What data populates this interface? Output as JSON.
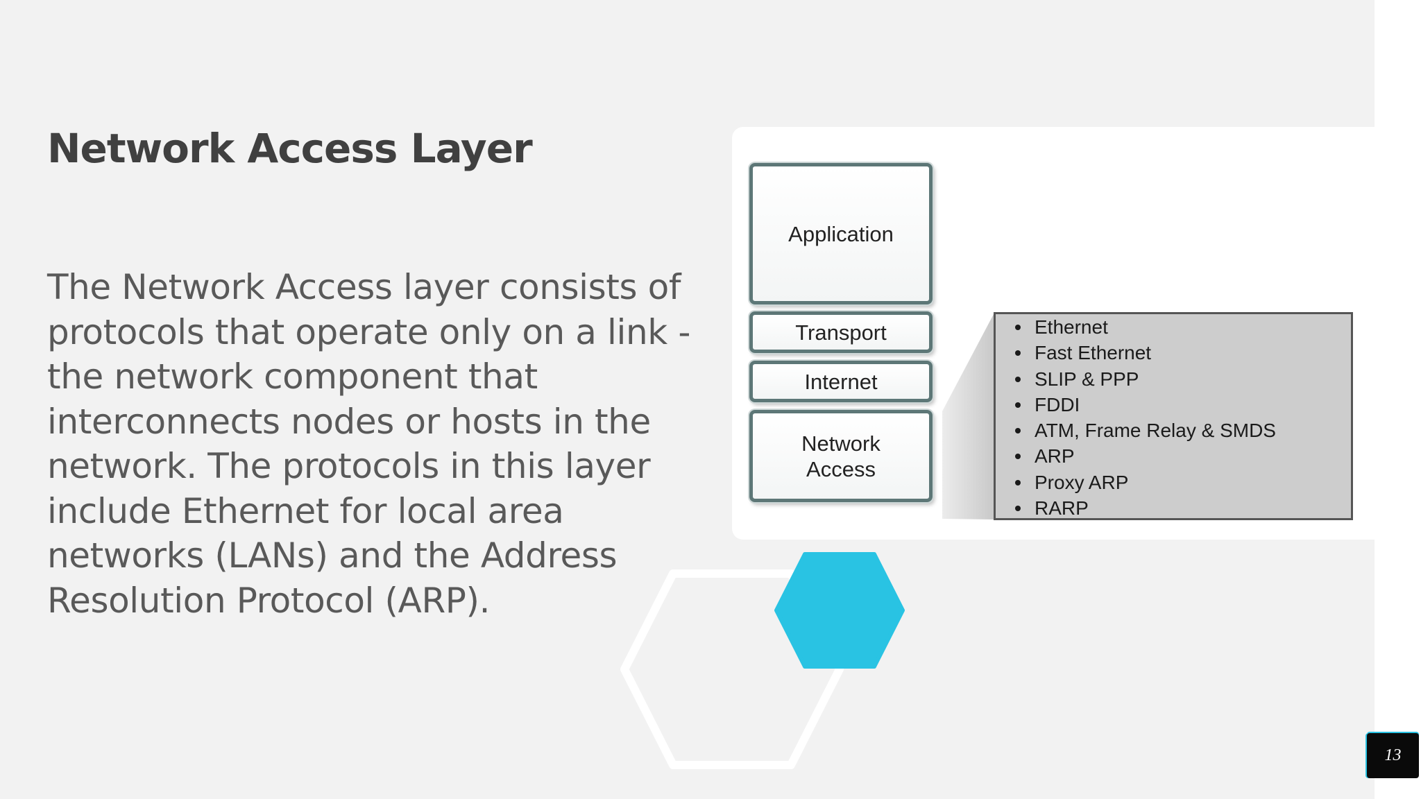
{
  "slide": {
    "title": "Network Access Layer",
    "body": "The Network Access layer consists of protocols that operate only on a link - the network component that interconnects nodes or hosts in the network. The protocols in this layer include Ethernet for local area networks (LANs) and the Address Resolution Protocol (ARP).",
    "page_number": "13"
  },
  "diagram": {
    "layers": [
      {
        "line1": "Application",
        "line2": ""
      },
      {
        "line1": "Transport",
        "line2": ""
      },
      {
        "line1": "Internet",
        "line2": ""
      },
      {
        "line1": "Network",
        "line2": "Access"
      }
    ],
    "protocols": [
      "Ethernet",
      "Fast Ethernet",
      "SLIP & PPP",
      "FDDI",
      "ATM, Frame Relay & SMDS",
      "ARP",
      "Proxy ARP",
      "RARP"
    ]
  },
  "colors": {
    "background": "#f2f2f2",
    "accent": "#29c3e3",
    "title": "#404040",
    "body_text": "#595959"
  }
}
